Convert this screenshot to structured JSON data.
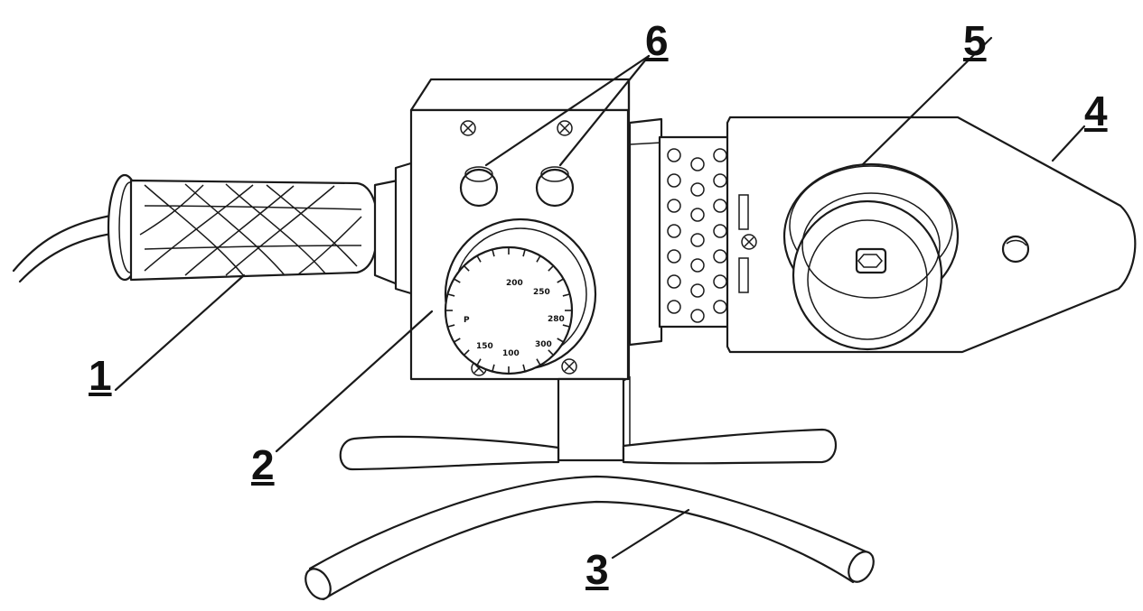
{
  "callouts": {
    "handle": "1",
    "thermostat_dial": "2",
    "stand": "3",
    "heating_plate": "4",
    "nozzle": "5",
    "indicator_lamps": "6"
  },
  "dial": {
    "marks": [
      "P",
      "150",
      "200",
      "250",
      "280",
      "300",
      "100"
    ]
  }
}
